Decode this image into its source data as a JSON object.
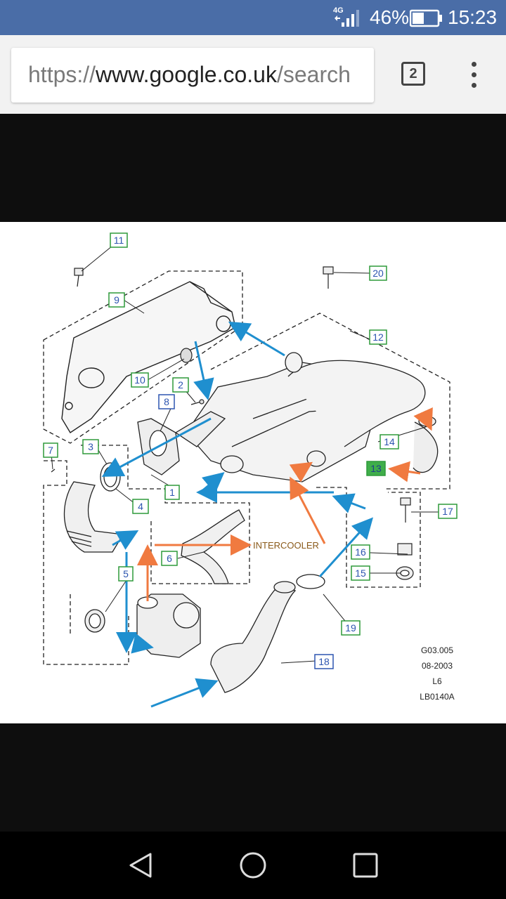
{
  "status_bar": {
    "network": "4G",
    "battery": "46%",
    "time": "15:23"
  },
  "browser": {
    "url_prefix": "https://",
    "url_host": "www.google.co.uk",
    "url_path": "/search",
    "tab_count": "2"
  },
  "diagram": {
    "callouts": [
      "1",
      "2",
      "3",
      "4",
      "5",
      "6",
      "7",
      "8",
      "9",
      "10",
      "11",
      "12",
      "13",
      "14",
      "15",
      "16",
      "17",
      "18",
      "19",
      "20"
    ],
    "annotation": "INTERCOOLER",
    "ref_code": "G03.005",
    "date": "08-2003",
    "engine": "L6",
    "drawing_id": "LB0140A",
    "colors": {
      "arrow_blue": "#1f8fcf",
      "arrow_orange": "#f07a40",
      "label_green": "#2e9a3a",
      "label_blue": "#2d55b0"
    }
  },
  "navigation": {
    "back": "back-icon",
    "home": "home-icon",
    "recents": "recents-icon"
  }
}
